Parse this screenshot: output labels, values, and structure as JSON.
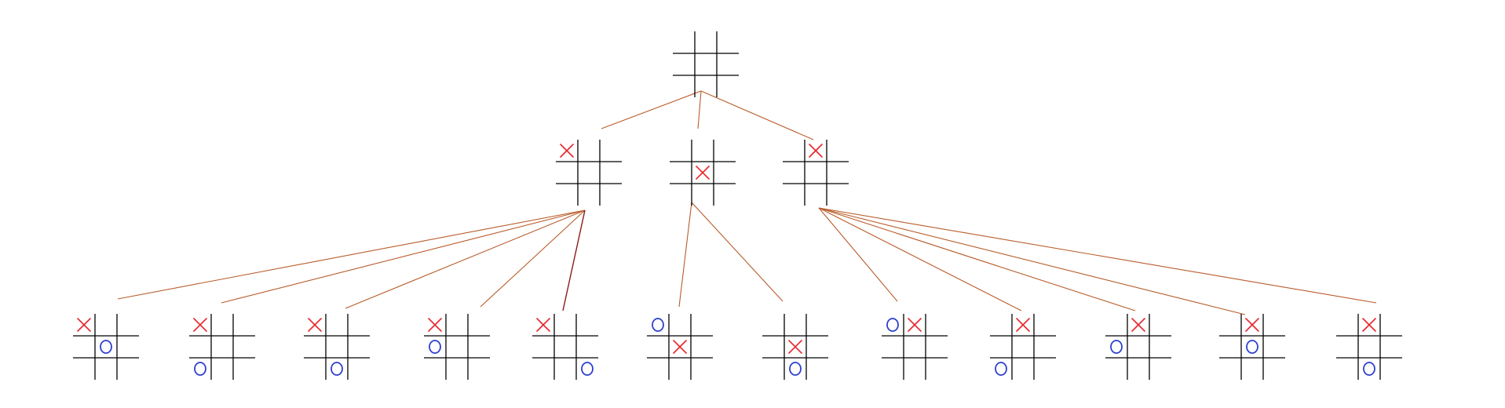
{
  "diagram": {
    "colors": {
      "grid": "#000000",
      "x_mark": "#e8262c",
      "o_mark": "#2d3fcf",
      "edge": "#b85c2a",
      "edge_dark": "#8b1a1a",
      "background": "#ffffff"
    },
    "root": {
      "id": "root",
      "board": [
        " ",
        " ",
        " ",
        " ",
        " ",
        " ",
        " ",
        " ",
        " "
      ]
    },
    "level1": [
      {
        "id": "x-corner",
        "board": [
          "X",
          " ",
          " ",
          " ",
          " ",
          " ",
          " ",
          " ",
          " "
        ]
      },
      {
        "id": "x-center",
        "board": [
          " ",
          " ",
          " ",
          " ",
          "X",
          " ",
          " ",
          " ",
          " "
        ]
      },
      {
        "id": "x-edge",
        "board": [
          " ",
          "X",
          " ",
          " ",
          " ",
          " ",
          " ",
          " ",
          " "
        ]
      }
    ],
    "level2": [
      {
        "id": "c1",
        "parent": "x-corner",
        "board": [
          "X",
          " ",
          " ",
          " ",
          "O",
          " ",
          " ",
          " ",
          " "
        ]
      },
      {
        "id": "c2",
        "parent": "x-corner",
        "board": [
          "X",
          " ",
          " ",
          " ",
          " ",
          " ",
          "O",
          " ",
          " "
        ]
      },
      {
        "id": "c3",
        "parent": "x-corner",
        "board": [
          "X",
          " ",
          " ",
          " ",
          " ",
          " ",
          " ",
          "O",
          " "
        ]
      },
      {
        "id": "c4",
        "parent": "x-corner",
        "board": [
          "X",
          " ",
          " ",
          "O",
          " ",
          " ",
          " ",
          " ",
          " "
        ]
      },
      {
        "id": "c5",
        "parent": "x-corner",
        "board": [
          "X",
          " ",
          " ",
          " ",
          " ",
          " ",
          " ",
          " ",
          "O"
        ],
        "edge_dark": true
      },
      {
        "id": "c6",
        "parent": "x-center",
        "board": [
          "O",
          " ",
          " ",
          " ",
          "X",
          " ",
          " ",
          " ",
          " "
        ]
      },
      {
        "id": "c7",
        "parent": "x-center",
        "board": [
          " ",
          " ",
          " ",
          " ",
          "X",
          " ",
          " ",
          "O",
          " "
        ]
      },
      {
        "id": "c8",
        "parent": "x-edge",
        "board": [
          "O",
          "X",
          " ",
          " ",
          " ",
          " ",
          " ",
          " ",
          " "
        ]
      },
      {
        "id": "c9",
        "parent": "x-edge",
        "board": [
          " ",
          "X",
          " ",
          " ",
          " ",
          " ",
          "O",
          " ",
          " "
        ]
      },
      {
        "id": "c10",
        "parent": "x-edge",
        "board": [
          " ",
          "X",
          " ",
          "O",
          " ",
          " ",
          " ",
          " ",
          " "
        ]
      },
      {
        "id": "c11",
        "parent": "x-edge",
        "board": [
          " ",
          "X",
          " ",
          " ",
          "O",
          " ",
          " ",
          " ",
          " "
        ]
      },
      {
        "id": "c12",
        "parent": "x-edge",
        "board": [
          " ",
          "X",
          " ",
          " ",
          " ",
          " ",
          " ",
          "O",
          " "
        ]
      }
    ]
  }
}
